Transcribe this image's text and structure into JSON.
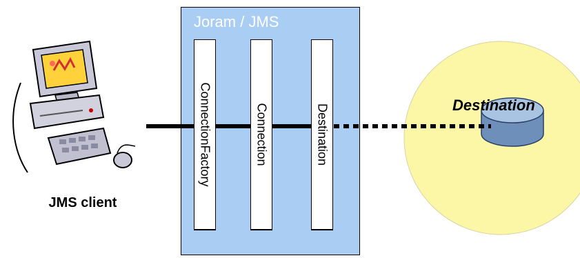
{
  "client": {
    "label": "JMS client",
    "icon": "desktop-computer-icon"
  },
  "joram": {
    "title": "Joram / JMS",
    "fill": "#a9cdf3",
    "objects": [
      {
        "label": "ConnectionFactory"
      },
      {
        "label": "Connection"
      },
      {
        "label": "Destination"
      }
    ]
  },
  "server": {
    "destination_label": "Destination",
    "circle_fill": "#fbf7a6",
    "destination_icon": "destination-queue-icon"
  },
  "connectors": {
    "client_link": "solid",
    "destination_link": "dotted"
  }
}
